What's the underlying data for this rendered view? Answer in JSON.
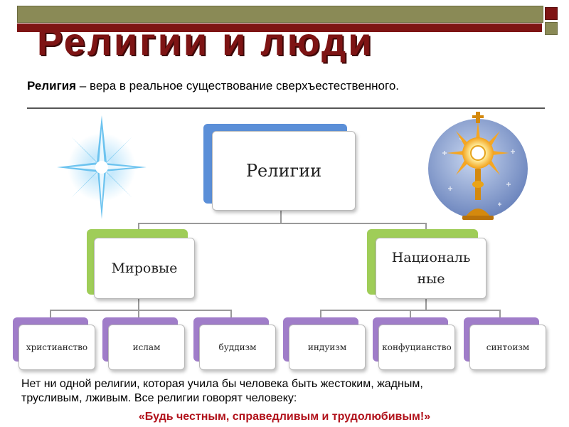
{
  "title": "Религии и люди",
  "definition": {
    "term": "Религия",
    "text": " – вера в реальное существование сверхъестественного."
  },
  "diagram": {
    "root": "Религии",
    "world": "Мировые",
    "national_line1": "Националь",
    "national_line2": "ные",
    "world_items": [
      "христианство",
      "ислам",
      "буддизм"
    ],
    "national_items": [
      "индуизм",
      "конфуцианство",
      "синтоизм"
    ]
  },
  "footer": {
    "line1": "Нет ни одной религии, которая учила бы человека быть жестоким, жадным,",
    "line2": "трусливым, лживым. Все религии говорят человеку:",
    "slogan": "«Будь честным, справедливым и трудолюбивым!»"
  },
  "colors": {
    "title": "#7e1414",
    "root": "#5b8fd8",
    "group": "#9fcd58",
    "leaf": "#a07dc9",
    "slogan": "#b1121b"
  },
  "icons": [
    "star-icon",
    "monstrance-icon"
  ]
}
